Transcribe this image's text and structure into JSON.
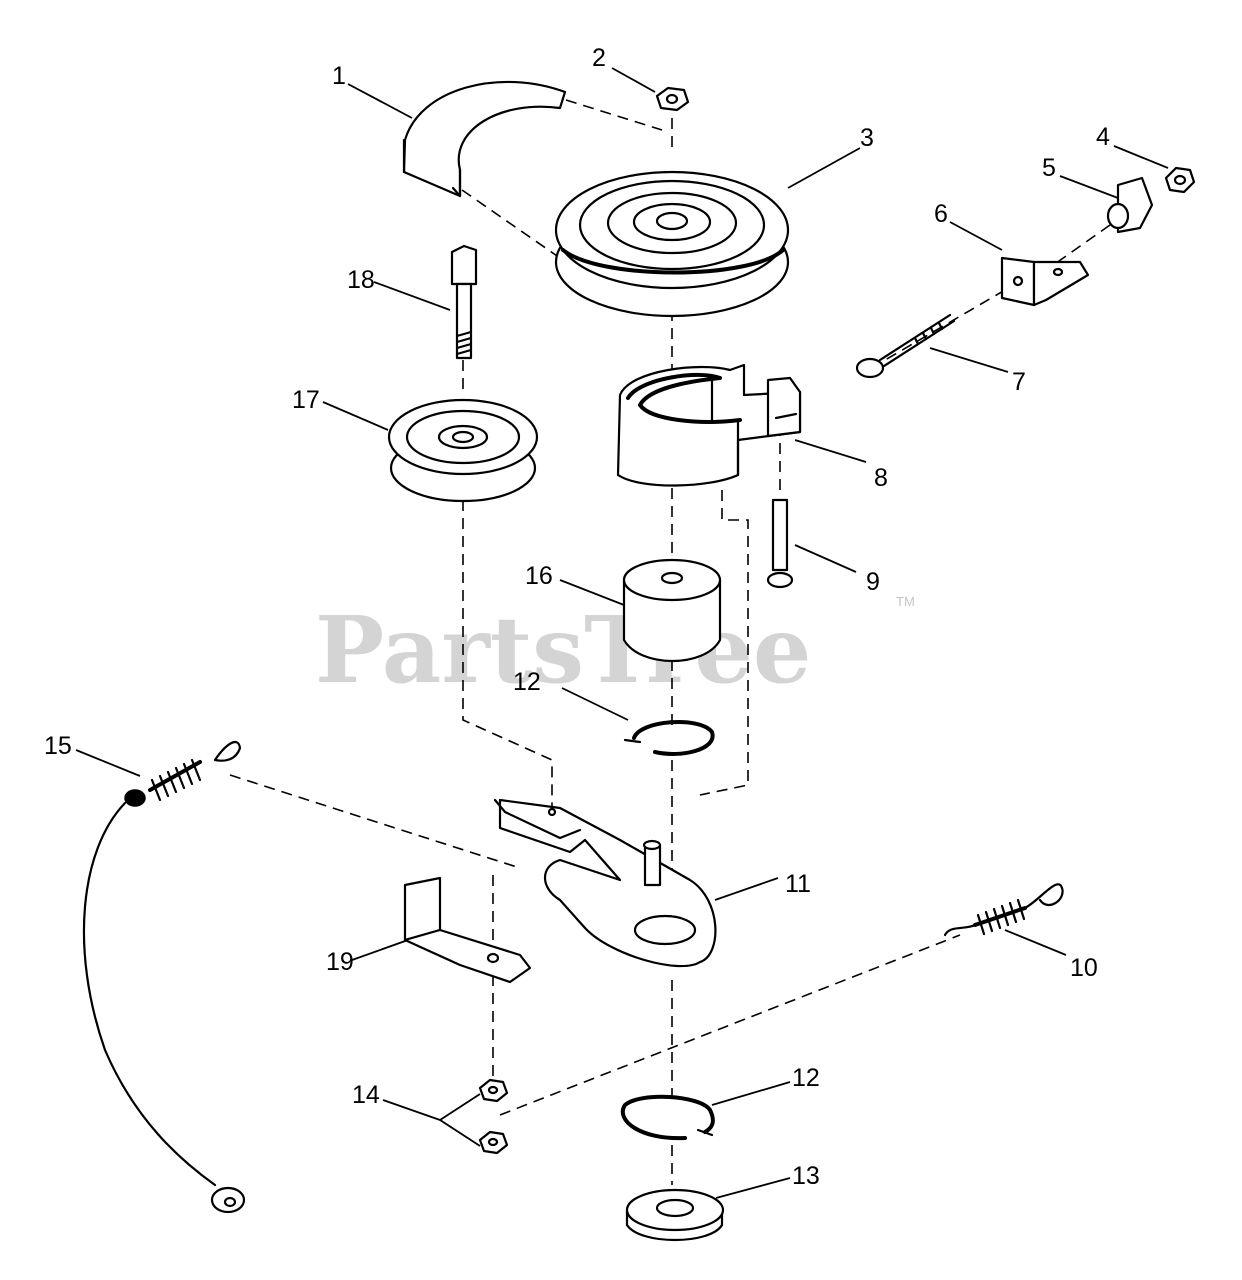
{
  "watermark": {
    "text": "PartsTree",
    "mark": "TM"
  },
  "callouts": {
    "n1": "1",
    "n2": "2",
    "n3": "3",
    "n4": "4",
    "n5": "5",
    "n6": "6",
    "n7": "7",
    "n8": "8",
    "n9": "9",
    "n10": "10",
    "n11": "11",
    "n12a": "12",
    "n12b": "12",
    "n13": "13",
    "n14": "14",
    "n15": "15",
    "n16": "16",
    "n17": "17",
    "n18": "18",
    "n19": "19"
  }
}
